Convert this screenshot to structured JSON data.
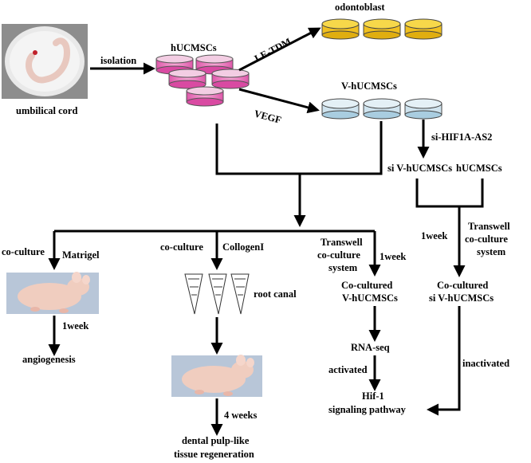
{
  "labels": {
    "umbilical_cord": "umbilical  cord",
    "isolation": "isolation",
    "hucmscs": "hUCMSCs",
    "le_tdm": "LE-TDM",
    "odontoblast": "odontoblast",
    "vegf": "VEGF",
    "v_hucmscs": "V-hUCMSCs",
    "si_hif1a_as2": "si-HIF1A-AS2",
    "si_v_hucmscs": "si V-hUCMSCs",
    "hucmscs_right": "hUCMSCs",
    "co_culture_1": "co-culture",
    "matrigel": "Matrigel",
    "co_culture_2": "co-culture",
    "collagen": "CollogenI",
    "transwell_a": [
      "Transwell",
      "co-culture",
      "system"
    ],
    "one_week_a": "1week",
    "transwell_b": [
      "Transwell",
      "co-culture",
      "system"
    ],
    "one_week_b": "1week",
    "one_week_c": "1week",
    "angiogenesis": "angiogenesis",
    "root_canal": "root canal",
    "four_weeks": "4 weeks",
    "dental_pulp": [
      "dental pulp-like",
      "tissue regeneration"
    ],
    "co_cultured_v": [
      "Co-cultured",
      "V-hUCMSCs"
    ],
    "co_cultured_si": [
      "Co-cultured",
      "si V-hUCMSCs"
    ],
    "rna_seq": "RNA-seq",
    "activated": "activated",
    "inactivated": "inactivated",
    "hif1": [
      "Hif-1",
      "signaling pathway"
    ]
  },
  "colors": {
    "arrow": "#000000",
    "odontoblast_fill": "#f0c020",
    "v_hucmscs_fill": "#cfe3ee",
    "hucmscs_fill": "#e56fb6",
    "mouse_bg": "#b8c6d8",
    "mouse_body": "#f0cdbf"
  }
}
